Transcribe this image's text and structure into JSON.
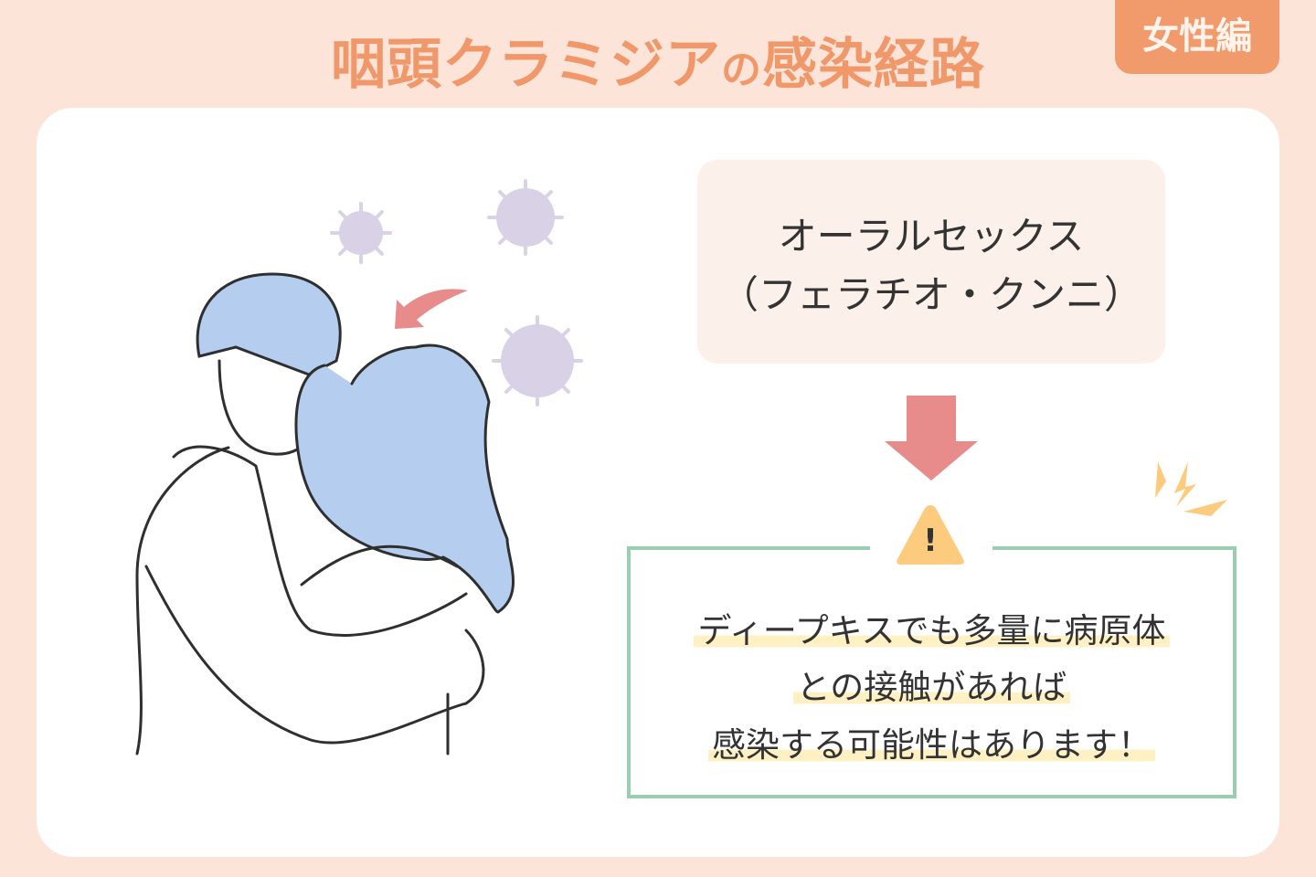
{
  "title": {
    "main": "咽頭クラミジア",
    "particle": "の",
    "tail": "感染経路"
  },
  "badge": "女性編",
  "route": {
    "line1": "オーラルセックス",
    "line2": "（フェラチオ・クンニ）"
  },
  "warning": {
    "symbol": "!",
    "lines": [
      "ディープキスでも多量に病原体",
      "との接触があれば",
      "感染する可能性はあります！"
    ]
  },
  "colors": {
    "background": "#fde4d9",
    "title": "#f0986a",
    "arrow": "#e88b8b",
    "warning": "#fccb7e",
    "border": "#99cfb0",
    "highlight": "#fff1c4",
    "hair": "#b5cdee",
    "virus": "#d9d2e6"
  }
}
